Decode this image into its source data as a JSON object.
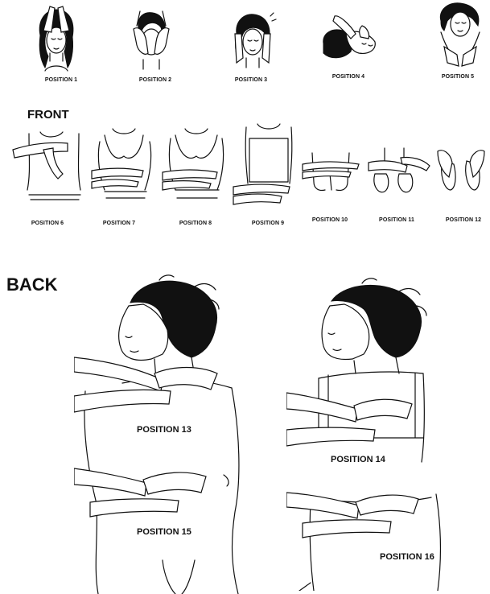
{
  "sections": {
    "front": "FRONT",
    "back": "BACK"
  },
  "positions": {
    "p1": "POSITION 1",
    "p2": "POSITION 2",
    "p3": "POSITION 3",
    "p4": "POSITION 4",
    "p5": "POSITION 5",
    "p6": "POSITION 6",
    "p7": "POSITION 7",
    "p8": "POSITION 8",
    "p9": "POSITION  9",
    "p10": "POSITION 10",
    "p11": "POSITION 11",
    "p12": "POSITION 12",
    "p13": "POSITION 13",
    "p14": "POSITION 14",
    "p15": "POSITION 15",
    "p16": "POSITION 16"
  }
}
